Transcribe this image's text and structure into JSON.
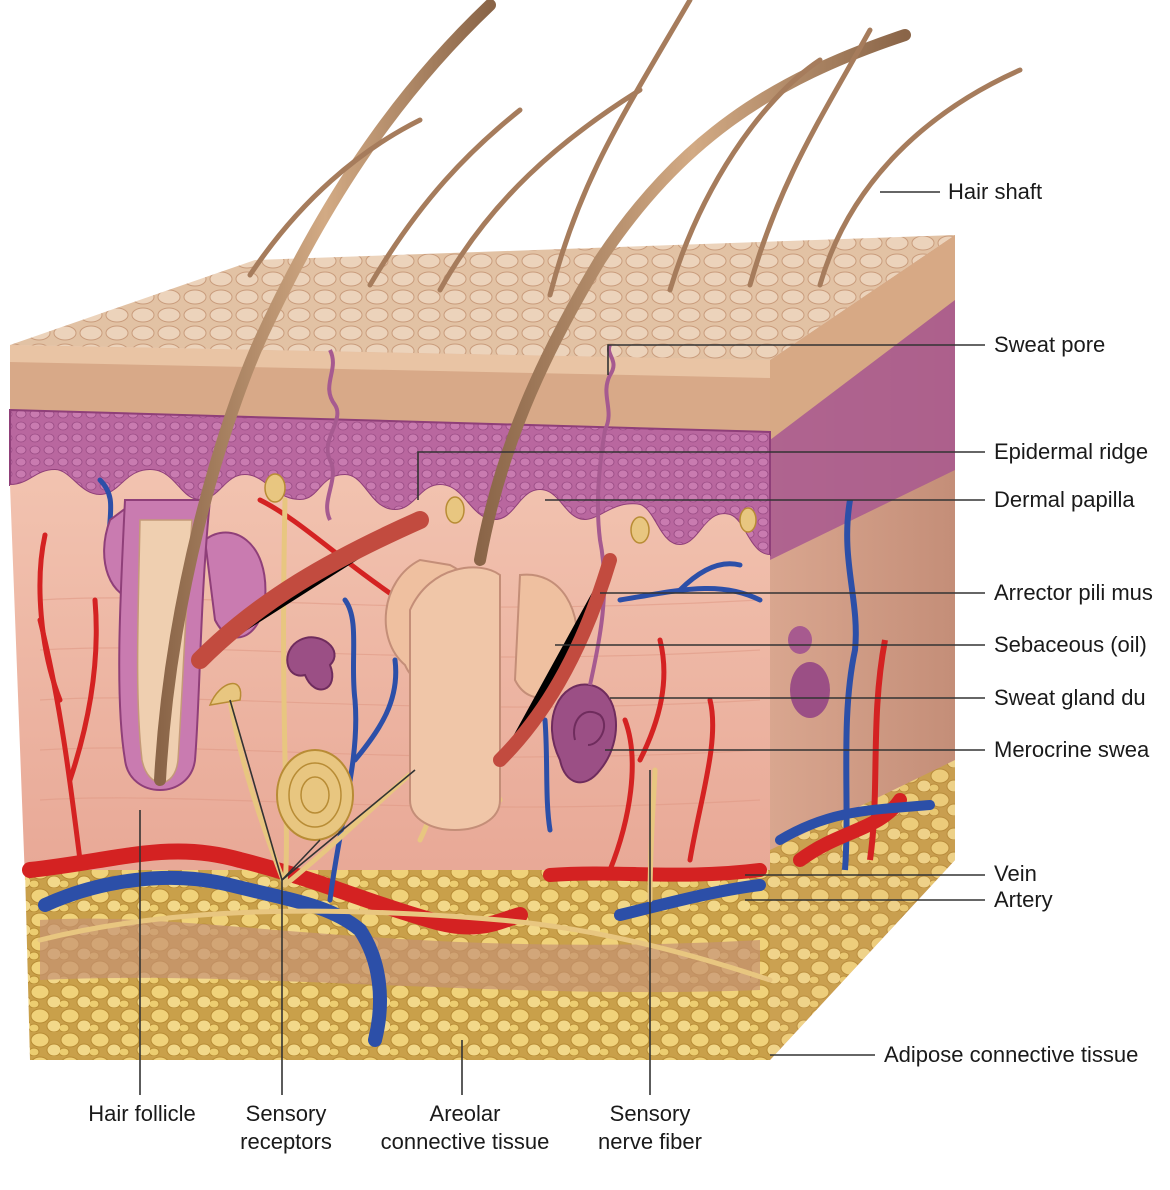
{
  "labels": {
    "hair_shaft": "Hair shaft",
    "sweat_pore": "Sweat pore",
    "epidermal_ridge": "Epidermal ridge",
    "dermal_papilla": "Dermal papilla",
    "arrector_pili": "Arrector pili mus",
    "sebaceous": "Sebaceous (oil)",
    "sweat_gland_duct": "Sweat gland du",
    "merocrine": "Merocrine swea",
    "vein": "Vein",
    "artery": "Artery",
    "adipose": "Adipose connective tissue",
    "hair_follicle": "Hair follicle",
    "sensory_receptors_1": "Sensory",
    "sensory_receptors_2": "receptors",
    "areolar_1": "Areolar",
    "areolar_2": "connective tissue",
    "sensory_nerve_1": "Sensory",
    "sensory_nerve_2": "nerve fiber"
  },
  "colors": {
    "epidermis_top": "#d9b08e",
    "epidermis_purple": "#b05f98",
    "dermis": "#efb8a4",
    "side_face": "#d4a08a",
    "adipose": "#e8c76a",
    "artery": "#d42222",
    "vein": "#2c4fa8",
    "nerve": "#e8c680",
    "hair": "#b58a66",
    "leader_line": "#333333"
  }
}
